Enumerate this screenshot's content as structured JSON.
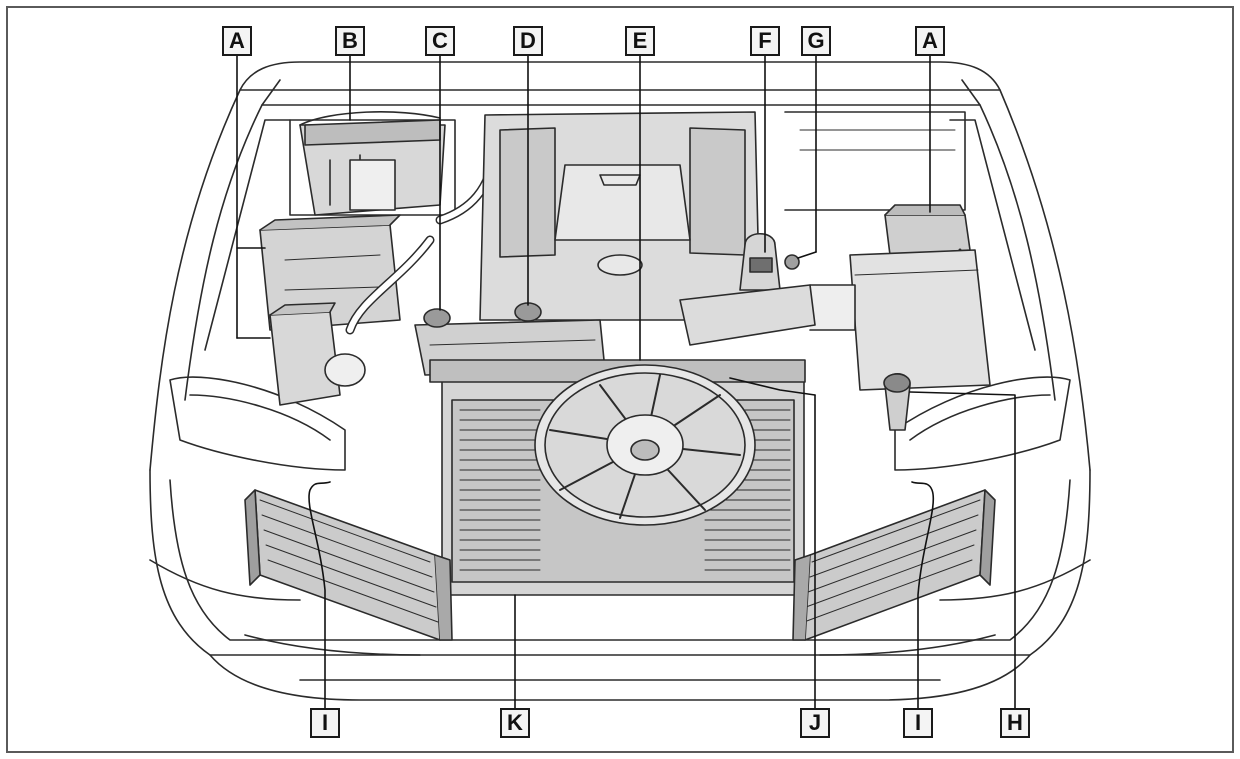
{
  "diagram": {
    "callouts": {
      "a_left": "A",
      "b": "B",
      "c": "C",
      "d": "D",
      "e": "E",
      "f": "F",
      "g": "G",
      "a_right": "A",
      "i_left": "I",
      "k": "K",
      "j": "J",
      "i_right": "I",
      "h": "H"
    }
  }
}
